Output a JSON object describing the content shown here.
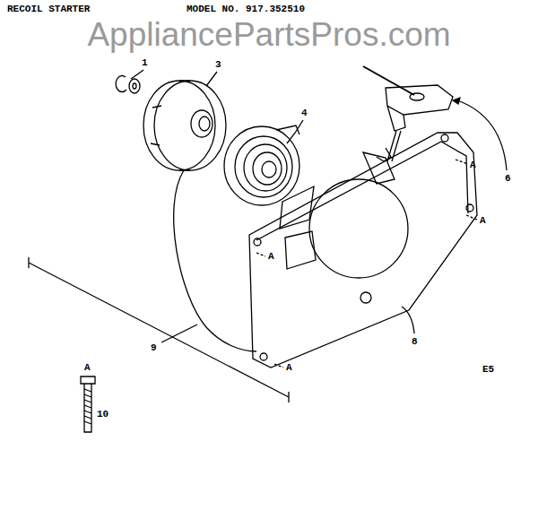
{
  "diagram": {
    "title": "RECOIL STARTER",
    "labels": [
      "MODEL NO. 917.352510",
      "AppliancePartsPros.com",
      "1",
      "3",
      "4",
      "6",
      "A",
      "A",
      "A",
      "A",
      "8",
      "9",
      "E5",
      "A",
      "10"
    ]
  }
}
